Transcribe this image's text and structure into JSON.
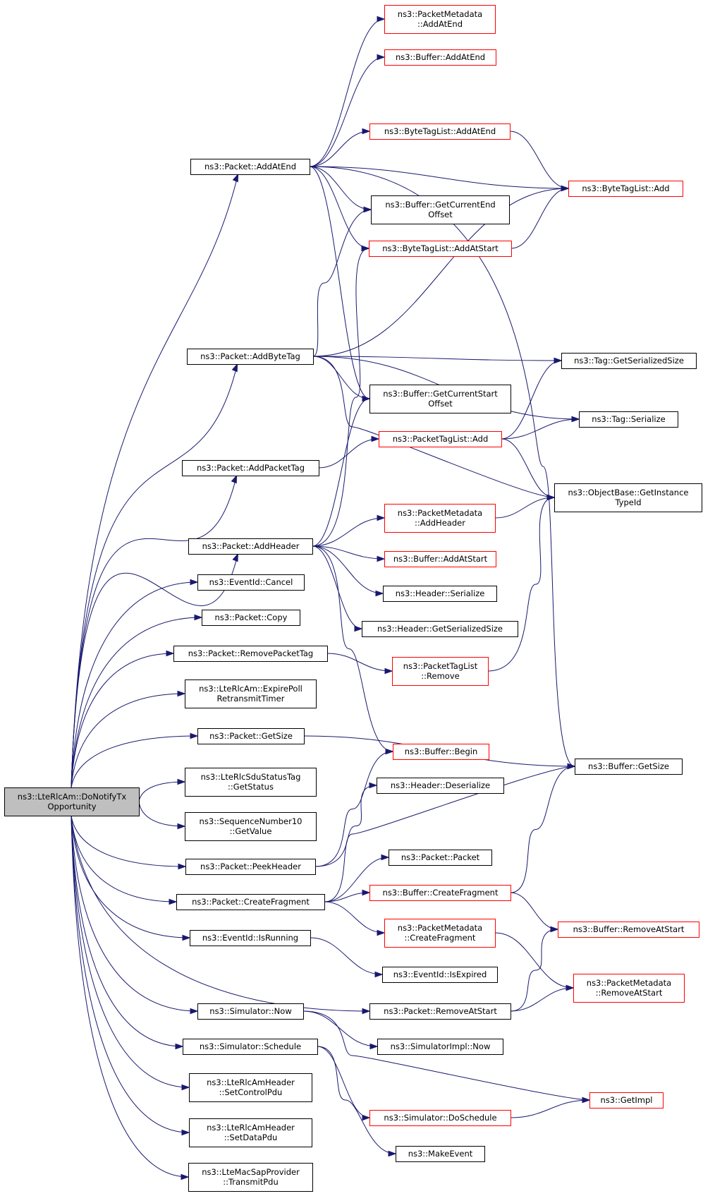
{
  "colors": {
    "edge": "#191970",
    "border_default": "#000000",
    "border_missing": "#ff0000",
    "fill_root": "#bfbfbf",
    "fill_default": "#ffffff"
  },
  "nodes": {
    "root": {
      "lines": [
        "ns3::LteRlcAm::DoNotifyTx",
        "Opportunity"
      ],
      "style": "root"
    },
    "pkt_addatend": {
      "lines": [
        "ns3::Packet::AddAtEnd"
      ],
      "style": "normal"
    },
    "pkt_addbytetag": {
      "lines": [
        "ns3::Packet::AddByteTag"
      ],
      "style": "normal"
    },
    "pkt_addpackettag": {
      "lines": [
        "ns3::Packet::AddPacketTag"
      ],
      "style": "normal"
    },
    "pkt_addheader": {
      "lines": [
        "ns3::Packet::AddHeader"
      ],
      "style": "normal"
    },
    "eventid_cancel": {
      "lines": [
        "ns3::EventId::Cancel"
      ],
      "style": "normal"
    },
    "pkt_copy": {
      "lines": [
        "ns3::Packet::Copy"
      ],
      "style": "normal"
    },
    "pkt_removepackettag": {
      "lines": [
        "ns3::Packet::RemovePacketTag"
      ],
      "style": "normal"
    },
    "expirepoll": {
      "lines": [
        "ns3::LteRlcAm::ExpirePoll",
        "RetransmitTimer"
      ],
      "style": "normal"
    },
    "pkt_getsize": {
      "lines": [
        "ns3::Packet::GetSize"
      ],
      "style": "normal"
    },
    "sdustatus": {
      "lines": [
        "ns3::LteRlcSduStatusTag",
        "::GetStatus"
      ],
      "style": "normal"
    },
    "seqnum": {
      "lines": [
        "ns3::SequenceNumber10",
        "::GetValue"
      ],
      "style": "normal"
    },
    "pkt_peekheader": {
      "lines": [
        "ns3::Packet::PeekHeader"
      ],
      "style": "normal"
    },
    "pkt_createfragment": {
      "lines": [
        "ns3::Packet::CreateFragment"
      ],
      "style": "normal"
    },
    "eventid_isrunning": {
      "lines": [
        "ns3::EventId::IsRunning"
      ],
      "style": "normal"
    },
    "sim_now": {
      "lines": [
        "ns3::Simulator::Now"
      ],
      "style": "normal"
    },
    "sim_schedule": {
      "lines": [
        "ns3::Simulator::Schedule"
      ],
      "style": "normal"
    },
    "setcontrolpdu": {
      "lines": [
        "ns3::LteRlcAmHeader",
        "::SetControlPdu"
      ],
      "style": "normal"
    },
    "setdatapdu": {
      "lines": [
        "ns3::LteRlcAmHeader",
        "::SetDataPdu"
      ],
      "style": "normal"
    },
    "transmitpdu": {
      "lines": [
        "ns3::LteMacSapProvider",
        "::TransmitPdu"
      ],
      "style": "normal"
    },
    "pm_addatend": {
      "lines": [
        "ns3::PacketMetadata",
        "::AddAtEnd"
      ],
      "style": "missing"
    },
    "buf_addatend": {
      "lines": [
        "ns3::Buffer::AddAtEnd"
      ],
      "style": "missing"
    },
    "btl_addatend": {
      "lines": [
        "ns3::ByteTagList::AddAtEnd"
      ],
      "style": "missing"
    },
    "buf_getcurrentend": {
      "lines": [
        "ns3::Buffer::GetCurrentEnd",
        "Offset"
      ],
      "style": "normal"
    },
    "btl_addatstart": {
      "lines": [
        "ns3::ByteTagList::AddAtStart"
      ],
      "style": "missing"
    },
    "buf_getcurrentstart": {
      "lines": [
        "ns3::Buffer::GetCurrentStart",
        "Offset"
      ],
      "style": "normal"
    },
    "ptl_add": {
      "lines": [
        "ns3::PacketTagList::Add"
      ],
      "style": "missing"
    },
    "pm_addheader": {
      "lines": [
        "ns3::PacketMetadata",
        "::AddHeader"
      ],
      "style": "missing"
    },
    "buf_addatstart": {
      "lines": [
        "ns3::Buffer::AddAtStart"
      ],
      "style": "missing"
    },
    "hdr_serialize": {
      "lines": [
        "ns3::Header::Serialize"
      ],
      "style": "normal"
    },
    "hdr_getserializedsize": {
      "lines": [
        "ns3::Header::GetSerializedSize"
      ],
      "style": "normal"
    },
    "ptl_remove": {
      "lines": [
        "ns3::PacketTagList",
        "::Remove"
      ],
      "style": "missing"
    },
    "buf_begin": {
      "lines": [
        "ns3::Buffer::Begin"
      ],
      "style": "missing"
    },
    "hdr_deserialize": {
      "lines": [
        "ns3::Header::Deserialize"
      ],
      "style": "normal"
    },
    "pkt_packet": {
      "lines": [
        "ns3::Packet::Packet"
      ],
      "style": "normal"
    },
    "buf_createfragment": {
      "lines": [
        "ns3::Buffer::CreateFragment"
      ],
      "style": "missing"
    },
    "pm_createfragment": {
      "lines": [
        "ns3::PacketMetadata",
        "::CreateFragment"
      ],
      "style": "missing"
    },
    "eventid_isexpired": {
      "lines": [
        "ns3::EventId::IsExpired"
      ],
      "style": "normal"
    },
    "pkt_removeatstart": {
      "lines": [
        "ns3::Packet::RemoveAtStart"
      ],
      "style": "normal"
    },
    "simimpl_now": {
      "lines": [
        "ns3::SimulatorImpl::Now"
      ],
      "style": "normal"
    },
    "sim_doschedule": {
      "lines": [
        "ns3::Simulator::DoSchedule"
      ],
      "style": "missing"
    },
    "makeevent": {
      "lines": [
        "ns3::MakeEvent"
      ],
      "style": "normal"
    },
    "btl_add": {
      "lines": [
        "ns3::ByteTagList::Add"
      ],
      "style": "missing"
    },
    "tag_getserializedsize": {
      "lines": [
        "ns3::Tag::GetSerializedSize"
      ],
      "style": "normal"
    },
    "tag_serialize": {
      "lines": [
        "ns3::Tag::Serialize"
      ],
      "style": "normal"
    },
    "objbase_gettypeid": {
      "lines": [
        "ns3::ObjectBase::GetInstance",
        "TypeId"
      ],
      "style": "normal"
    },
    "buf_getsize": {
      "lines": [
        "ns3::Buffer::GetSize"
      ],
      "style": "normal"
    },
    "buf_removeatstart": {
      "lines": [
        "ns3::Buffer::RemoveAtStart"
      ],
      "style": "missing"
    },
    "pm_removeatstart": {
      "lines": [
        "ns3::PacketMetadata",
        "::RemoveAtStart"
      ],
      "style": "missing"
    },
    "getimpl": {
      "lines": [
        "ns3::GetImpl"
      ],
      "style": "missing"
    }
  },
  "edges": [
    [
      "root",
      "pkt_addatend"
    ],
    [
      "root",
      "pkt_addbytetag"
    ],
    [
      "root",
      "pkt_addpackettag"
    ],
    [
      "root",
      "pkt_addheader"
    ],
    [
      "root",
      "eventid_cancel"
    ],
    [
      "root",
      "pkt_copy"
    ],
    [
      "root",
      "pkt_removepackettag"
    ],
    [
      "root",
      "expirepoll"
    ],
    [
      "root",
      "pkt_getsize"
    ],
    [
      "root",
      "sdustatus"
    ],
    [
      "root",
      "seqnum"
    ],
    [
      "root",
      "pkt_peekheader"
    ],
    [
      "root",
      "pkt_createfragment"
    ],
    [
      "root",
      "eventid_isrunning"
    ],
    [
      "root",
      "pkt_removeatstart"
    ],
    [
      "root",
      "sim_now"
    ],
    [
      "root",
      "sim_schedule"
    ],
    [
      "root",
      "setcontrolpdu"
    ],
    [
      "root",
      "setdatapdu"
    ],
    [
      "root",
      "transmitpdu"
    ],
    [
      "pkt_addatend",
      "pm_addatend"
    ],
    [
      "pkt_addatend",
      "buf_addatend"
    ],
    [
      "pkt_addatend",
      "btl_add"
    ],
    [
      "pkt_addatend",
      "btl_addatend"
    ],
    [
      "pkt_addatend",
      "buf_getsize"
    ],
    [
      "pkt_addatend",
      "buf_getcurrentend"
    ],
    [
      "pkt_addatend",
      "btl_addatstart"
    ],
    [
      "pkt_addatend",
      "buf_getcurrentstart"
    ],
    [
      "btl_addatend",
      "btl_add"
    ],
    [
      "btl_addatstart",
      "btl_add"
    ],
    [
      "pkt_addbytetag",
      "buf_getcurrentend"
    ],
    [
      "pkt_addbytetag",
      "btl_add"
    ],
    [
      "pkt_addbytetag",
      "tag_getserializedsize"
    ],
    [
      "pkt_addbytetag",
      "buf_getcurrentstart"
    ],
    [
      "pkt_addbytetag",
      "tag_serialize"
    ],
    [
      "pkt_addbytetag",
      "objbase_gettypeid"
    ],
    [
      "pkt_addpackettag",
      "ptl_add"
    ],
    [
      "ptl_add",
      "tag_getserializedsize"
    ],
    [
      "ptl_add",
      "tag_serialize"
    ],
    [
      "ptl_add",
      "objbase_gettypeid"
    ],
    [
      "pkt_addheader",
      "btl_addatstart"
    ],
    [
      "pkt_addheader",
      "buf_getcurrentstart"
    ],
    [
      "pkt_addheader",
      "pm_addheader"
    ],
    [
      "pkt_addheader",
      "buf_addatstart"
    ],
    [
      "pkt_addheader",
      "hdr_serialize"
    ],
    [
      "pkt_addheader",
      "hdr_getserializedsize"
    ],
    [
      "pkt_addheader",
      "buf_begin"
    ],
    [
      "pm_addheader",
      "objbase_gettypeid"
    ],
    [
      "pkt_removepackettag",
      "ptl_remove"
    ],
    [
      "ptl_remove",
      "objbase_gettypeid"
    ],
    [
      "pkt_getsize",
      "buf_getsize"
    ],
    [
      "pkt_peekheader",
      "buf_begin"
    ],
    [
      "pkt_peekheader",
      "hdr_deserialize"
    ],
    [
      "pkt_createfragment",
      "buf_getsize"
    ],
    [
      "pkt_createfragment",
      "pkt_packet"
    ],
    [
      "pkt_createfragment",
      "buf_createfragment"
    ],
    [
      "pkt_createfragment",
      "pm_createfragment"
    ],
    [
      "buf_createfragment",
      "buf_getsize"
    ],
    [
      "buf_createfragment",
      "buf_removeatstart"
    ],
    [
      "pm_createfragment",
      "pm_removeatstart"
    ],
    [
      "eventid_isrunning",
      "eventid_isexpired"
    ],
    [
      "pkt_removeatstart",
      "buf_removeatstart"
    ],
    [
      "pkt_removeatstart",
      "pm_removeatstart"
    ],
    [
      "sim_now",
      "simimpl_now"
    ],
    [
      "sim_now",
      "getimpl"
    ],
    [
      "sim_schedule",
      "sim_doschedule"
    ],
    [
      "sim_schedule",
      "makeevent"
    ],
    [
      "sim_doschedule",
      "getimpl"
    ]
  ]
}
